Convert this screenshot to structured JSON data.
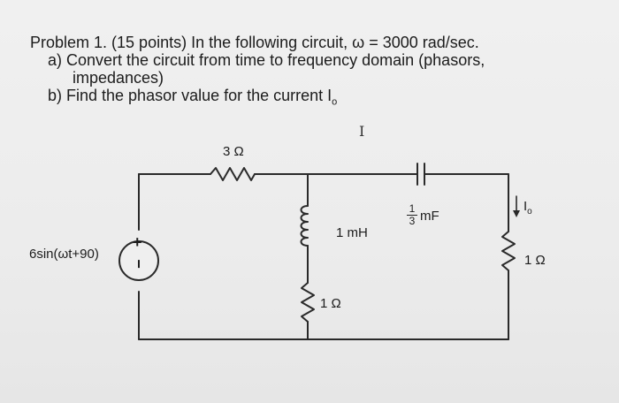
{
  "problem": {
    "heading": "Problem 1. (15 points)  In the following circuit, ω = 3000 rad/sec.",
    "part_a_line1": "a) Convert the circuit from time to frequency domain (phasors,",
    "part_a_line2": "impedances)",
    "part_b": "b) Find the phasor value for the current I",
    "part_b_sub": "o"
  },
  "circuit": {
    "source_label": "6sin(ωt+90)",
    "source_plus": "+",
    "source_minus": "−",
    "r_top_label": "3 Ω",
    "inductor_label": "1 mH",
    "r_mid_label": "1 Ω",
    "cap_numerator": "1",
    "cap_denominator": "3",
    "cap_unit": "mF",
    "current_label": "I",
    "current_sub": "o",
    "r_right_label": "1 Ω"
  },
  "cursor_glyph": "I"
}
